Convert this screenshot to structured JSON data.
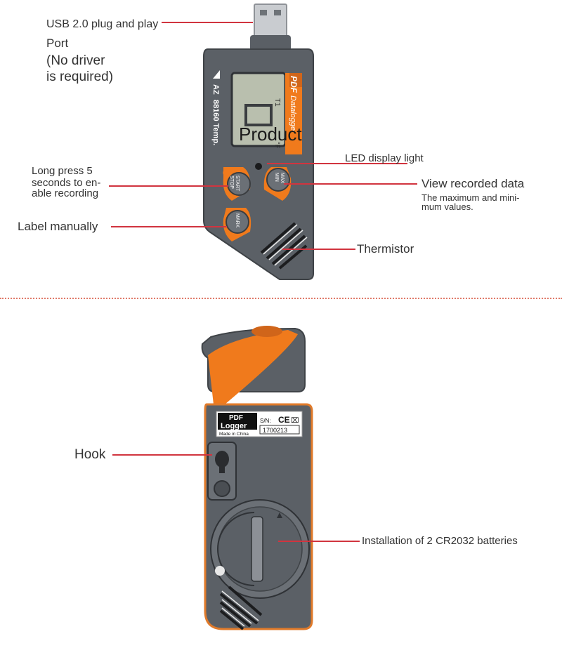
{
  "top_view": {
    "usb_label": "USB 2.0 plug and play",
    "usb_sub": [
      "Port",
      "(No driver",
      "is required)"
    ],
    "overlay_label": "Product",
    "led_label": "LED display light",
    "longpress_label": [
      "Long press 5",
      "seconds to en-",
      "able recording"
    ],
    "view_label": "View recorded data",
    "view_sub": [
      "The maximum and mini-",
      "mum values."
    ],
    "label_manually": "Label manually",
    "thermistor_label": "Thermistor",
    "device": {
      "brand": "AZ",
      "model": "88160 Temp.",
      "badge_pdf": "PDF",
      "badge_text": "Datalogger",
      "lcd_t1": "T1",
      "lcd_unit": "°F",
      "btn_start": "START",
      "btn_stop": "STOP",
      "btn_max": "MAX",
      "btn_min": "MIN",
      "btn_mark": "MARK"
    }
  },
  "bottom_view": {
    "hook_label": "Hook",
    "battery_label": "Installation of 2 CR2032 batteries",
    "device": {
      "logo_line1": "PDF",
      "logo_line2": "Logger",
      "made_in": "Made in China",
      "sn_label": "S/N:",
      "ce_mark": "CE",
      "serial": "1700213"
    }
  },
  "colors": {
    "accent_orange": "#f07a1c",
    "body_gray": "#5b6066",
    "leader_red": "#d1343f"
  }
}
